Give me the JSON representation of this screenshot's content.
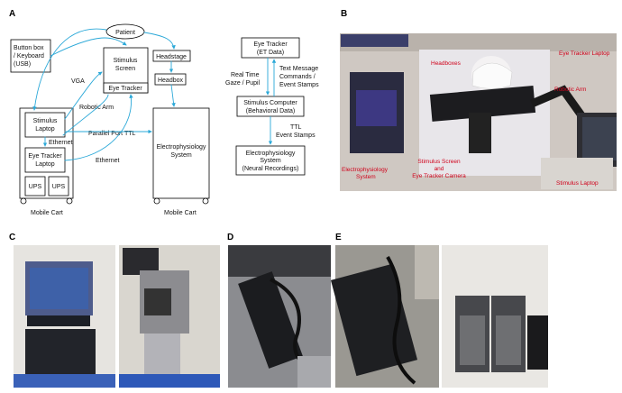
{
  "panels": {
    "a": "A",
    "b": "B",
    "c": "C",
    "d": "D",
    "e": "E"
  },
  "diagram_a": {
    "patient": "Patient",
    "button_box": [
      "Button box",
      "/ Keyboard",
      "(USB)"
    ],
    "stimulus_screen": [
      "Stimulus",
      "Screen"
    ],
    "eye_tracker": "Eye Tracker",
    "headstage": "Headstage",
    "headbox": "Headbox",
    "vga": "VGA",
    "robotic_arm": "Robotic Arm",
    "stimulus_laptop": [
      "Stimulus",
      "Laptop"
    ],
    "ethernet_1": "Ethernet",
    "parallel_port": "Parallel Port TTL",
    "eye_tracker_laptop": [
      "Eye Tracker",
      "Laptop"
    ],
    "ethernet_2": "Ethernet",
    "ups_1": "UPS",
    "ups_2": "UPS",
    "ephys_system": [
      "Electrophysiology",
      "System"
    ],
    "mobile_cart_1": "Mobile Cart",
    "mobile_cart_2": "Mobile Cart"
  },
  "diagram_b": {
    "eye_tracker": [
      "Eye Tracker",
      "(ET Data)"
    ],
    "real_time": [
      "Real Time",
      "Gaze / Pupil"
    ],
    "text_message": [
      "Text Message",
      "Commands /",
      "Event Stamps"
    ],
    "stimulus_computer": [
      "Stimulus Computer",
      "(Behavioral Data)"
    ],
    "ttl": [
      "TTL",
      "Event Stamps"
    ],
    "ephys": [
      "Electrophysiology",
      "System",
      "(Neural Recordings)"
    ]
  },
  "photo_b_labels": {
    "headboxes": "Headboxes",
    "eye_tracker_laptop": "Eye Tracker Laptop",
    "robotic_arm": "Robotic Arm",
    "ephys": [
      "Electrophysiology",
      "System"
    ],
    "stim_screen": [
      "Stimulus Screen",
      "and",
      "Eye Tracker Camera"
    ],
    "stim_laptop": "Stimulus Laptop"
  },
  "colors": {
    "arrow": "#2aa8d8",
    "label_red": "#d0021b"
  }
}
